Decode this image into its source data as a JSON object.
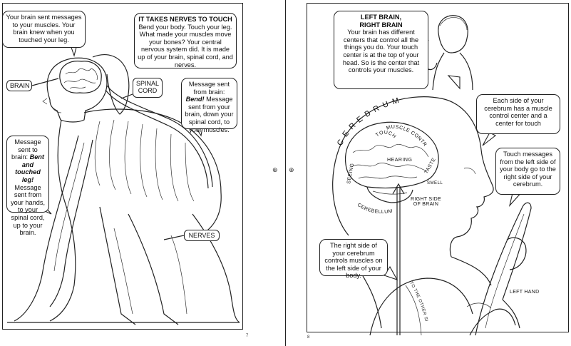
{
  "left_page": {
    "box_messages": "Your brain sent messages to your muscles. Your brain knew when you touched your leg.",
    "box_title": "IT TAKES NERVES TO TOUCH",
    "box_title_body": "Bend your body. Touch your leg. What made your muscles move your bones? Your central nervous system did. It is made up of your brain, spinal cord, and nerves.",
    "label_brain": "BRAIN",
    "label_spinal_1": "SPINAL",
    "label_spinal_2": "CORD",
    "box_sent_1": "Message sent from brain:",
    "box_sent_2": "Bend!",
    "box_sent_3": "Message sent from your brain, down your spinal cord, to your muscles.",
    "box_touch_1": "Message sent to brain:",
    "box_touch_2": "Bent and touched leg!",
    "box_touch_3": "Message sent from your hands, to your spinal cord, up to your brain.",
    "label_nerves": "NERVES",
    "page_number": "7"
  },
  "right_page": {
    "box_title_1": "LEFT BRAIN,",
    "box_title_2": "RIGHT BRAIN",
    "box_title_body": "Your brain has different centers that control all the things you do. Your touch center is at the top of your head. So is the center that controls your muscles.",
    "box_each_side": "Each side of your cerebrum has a muscle control center and a center for touch",
    "box_touch_msgs": "Touch messages from the left side of your body go to the right side of your cerebrum.",
    "box_right_side": "The right side of your cerebrum controls muscles on the left side of your body.",
    "brain_cerebrum": "CEREBRUM",
    "brain_muscle_control": "MUSCLE CONTROL",
    "brain_touch": "TOUCH",
    "brain_hearing": "HEARING",
    "brain_seeing": "SEEING",
    "brain_taste": "TASTE",
    "brain_smell": "SMELL",
    "brain_cerebellum": "CEREBELLUM",
    "label_right_side_1": "RIGHT SIDE",
    "label_right_side_2": "OF BRAIN",
    "label_to_other_side": "TO THE OTHER SIDE",
    "label_left_hand": "LEFT HAND",
    "page_number": "8"
  },
  "registration_mark": "⊕"
}
